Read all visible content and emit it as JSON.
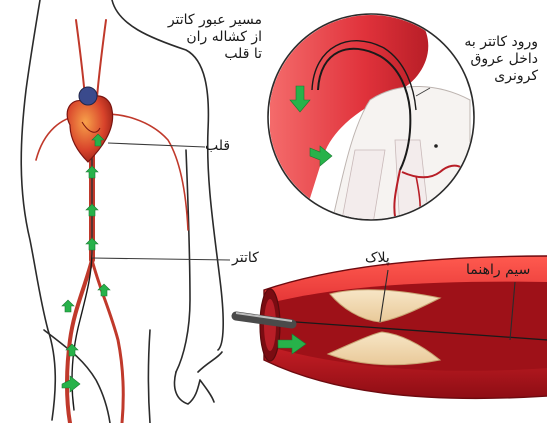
{
  "labels": {
    "route": [
      "مسیر عبور کاتتر",
      "از کشاله ران",
      "تا قلب"
    ],
    "entry": [
      "ورود کاتتر به",
      "داخل عروق",
      "کرونری"
    ],
    "heart": "قلب",
    "catheter": "کاتتر",
    "plaque": "پلاک",
    "guidewire": "سیم راهنما"
  },
  "colors": {
    "artery_red": "#d8242b",
    "artery_dark": "#9e1118",
    "plaque": "#f3dcb0",
    "arrow_green": "#27b24a",
    "outline": "#2b2b2b",
    "vessel_line": "#c0392b"
  }
}
